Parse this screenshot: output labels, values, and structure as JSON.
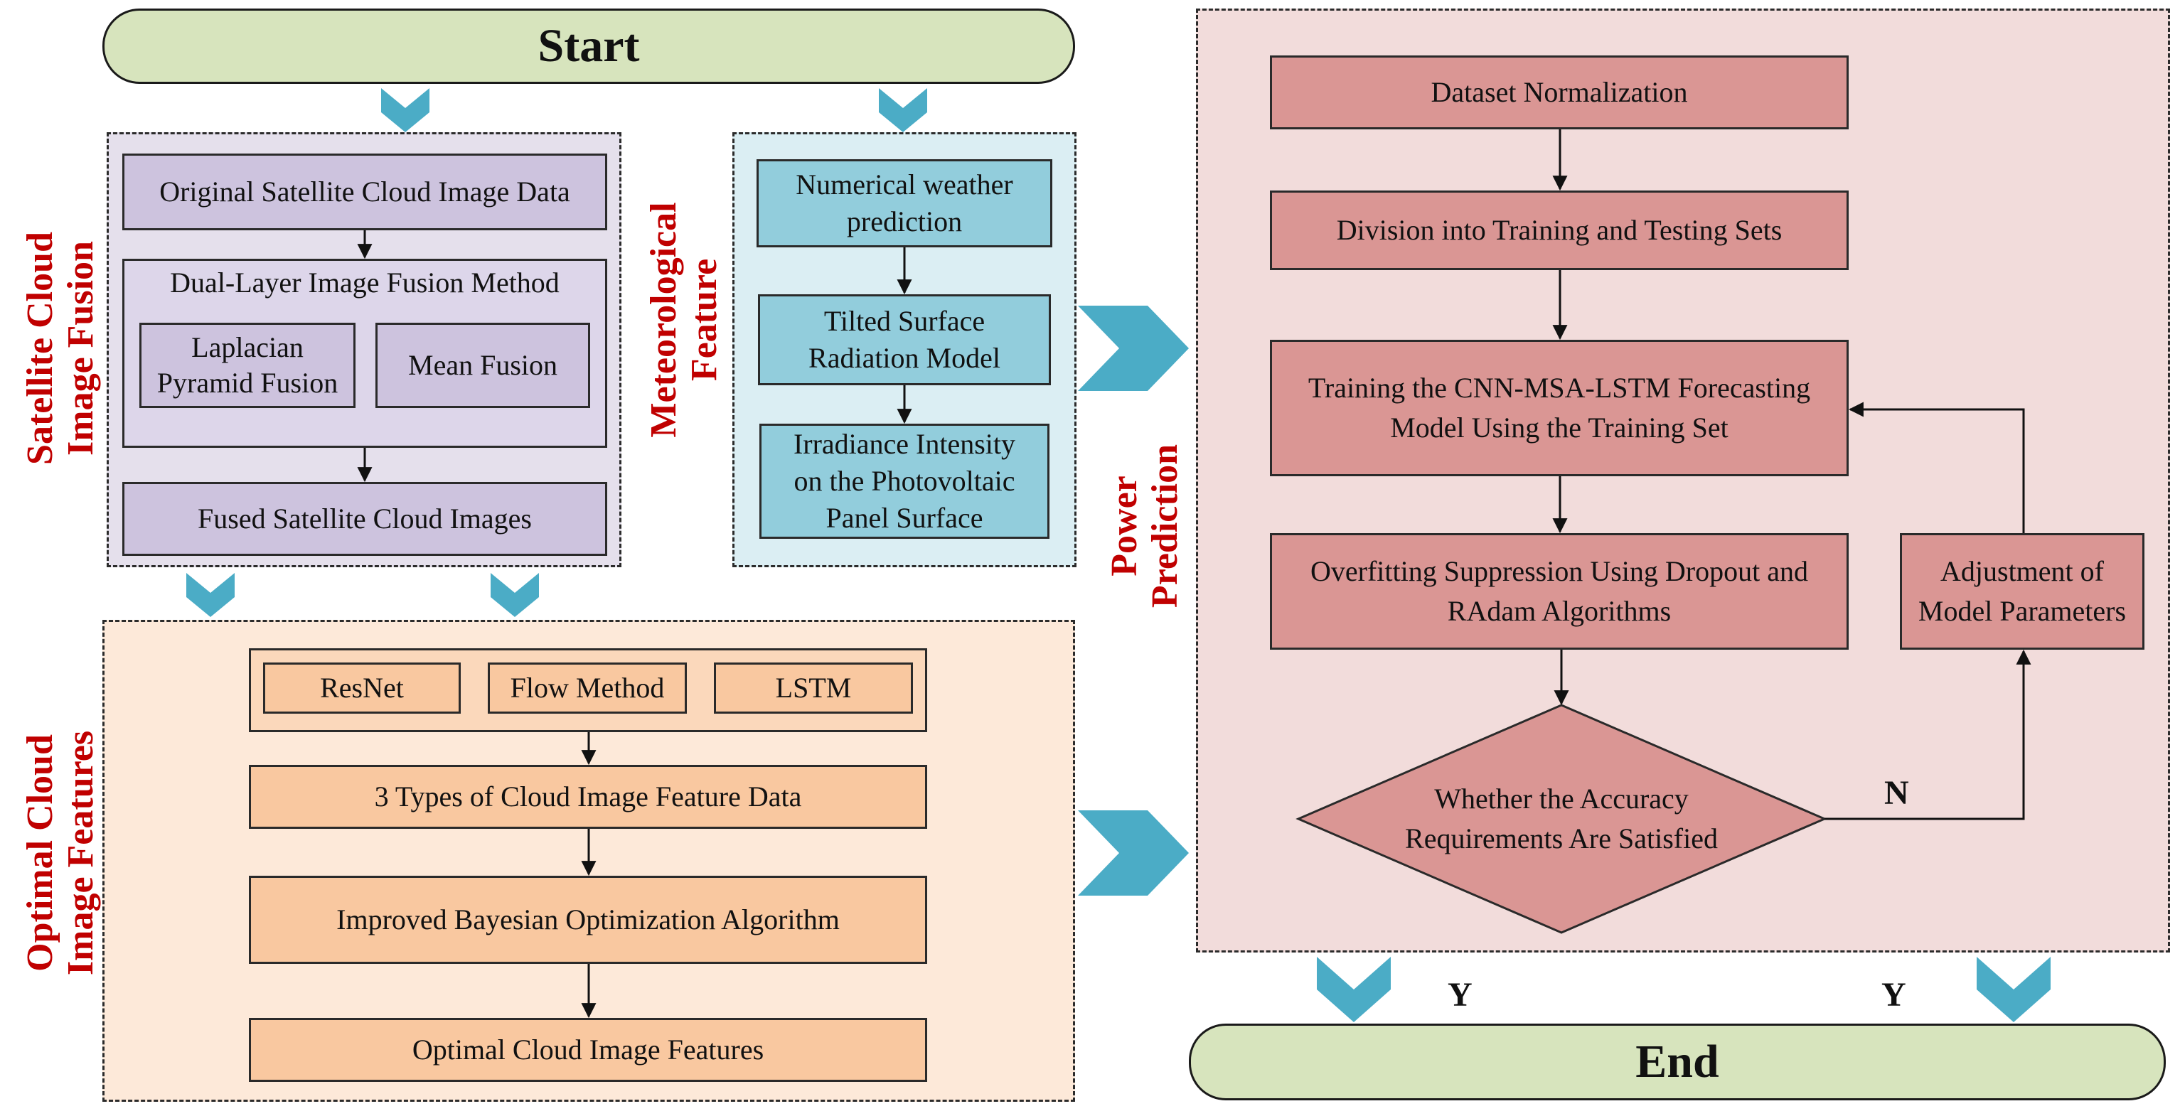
{
  "start_label": "Start",
  "end_label": "End",
  "sections": {
    "satellite_fusion": "Satellite Cloud\nImage Fusion",
    "meteorological": "Meteorological\nFeature",
    "optimal_features": "Optimal Cloud\nImage Features",
    "power_prediction": "Power\nPrediction"
  },
  "satellite": {
    "original": "Original Satellite Cloud Image Data",
    "dual_layer": "Dual-Layer Image Fusion Method",
    "laplacian": "Laplacian\nPyramid Fusion",
    "mean": "Mean Fusion",
    "fused": "Fused Satellite Cloud Images"
  },
  "meteorological": {
    "nwp": "Numerical weather\nprediction",
    "tilted": "Tilted Surface\nRadiation Model",
    "irradiance": "Irradiance Intensity\non the Photovoltaic\nPanel Surface"
  },
  "features": {
    "resnet": "ResNet",
    "flow": "Flow Method",
    "lstm": "LSTM",
    "types": "3 Types of Cloud Image Feature Data",
    "bayes": "Improved Bayesian Optimization Algorithm",
    "optimal": "Optimal Cloud Image Features"
  },
  "prediction": {
    "normalization": "Dataset Normalization",
    "division": "Division into Training and Testing Sets",
    "training": "Training the CNN-MSA-LSTM Forecasting\nModel Using the Training Set",
    "overfitting": "Overfitting Suppression Using Dropout and\nRAdam Algorithms",
    "decision": "Whether the Accuracy\nRequirements Are Satisfied",
    "adjustment": "Adjustment of\nModel Parameters",
    "no_label": "N",
    "yes_label_left": "Y",
    "yes_label_right": "Y"
  },
  "colors": {
    "pill": "#d7e4bd",
    "satellite_box": "#cdc3de",
    "satellite_bg": "#e5e0ec",
    "meteo_box": "#92cddc",
    "meteo_bg": "#dbeef3",
    "feature_box": "#f9c8a0",
    "feature_bg": "#fde9d9",
    "prediction_box": "#da9694",
    "prediction_bg": "#f2dcdb",
    "chevron": "#4bacc6",
    "section_label": "#c00000"
  }
}
